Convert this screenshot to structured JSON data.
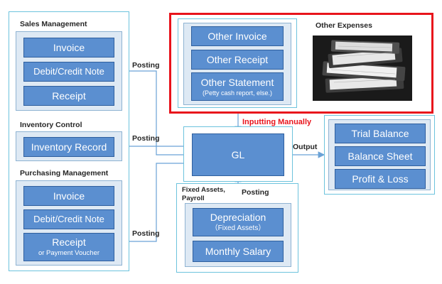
{
  "sales": {
    "title": "Sales Management",
    "items": [
      "Invoice",
      "Debit/Credit Note",
      "Receipt"
    ]
  },
  "inventory": {
    "title": "Inventory Control",
    "item": "Inventory Record"
  },
  "purchasing": {
    "title": "Purchasing Management",
    "items": [
      {
        "main": "Invoice",
        "sub": ""
      },
      {
        "main": "Debit/Credit Note",
        "sub": ""
      },
      {
        "main": "Receipt",
        "sub": "or Payment Voucher"
      }
    ]
  },
  "other_expenses": {
    "title": "Other Expenses",
    "items": [
      {
        "main": "Other Invoice",
        "sub": ""
      },
      {
        "main": "Other Receipt",
        "sub": ""
      },
      {
        "main": "Other Statement",
        "sub": "(Petty cash report, else.)"
      }
    ],
    "photo_icon": "stacked-binders-photo"
  },
  "gl": {
    "label": "GL"
  },
  "fixed_assets": {
    "title_line1": "Fixed Assets,",
    "title_line2": "Payroll",
    "items": [
      {
        "main": "Depreciation",
        "sub": "（Fixed Assets）"
      },
      {
        "main": "Monthly Salary",
        "sub": ""
      }
    ]
  },
  "reports": {
    "items": [
      "Trial Balance",
      "Balance Sheet",
      "Profit & Loss"
    ]
  },
  "connectors": {
    "posting_sales": "Posting",
    "posting_inventory": "Posting",
    "posting_purchasing": "Posting",
    "posting_fixed_assets": "Posting",
    "inputting_manually": "Inputting Manually",
    "output": "Output"
  },
  "colors": {
    "block_fill": "#5b8fd0",
    "block_border": "#2f5f9e",
    "panel_fill": "#dee9f4",
    "outer_border": "#6dc3dd",
    "highlight": "#e8141c",
    "arrow": "#6aa2d6"
  }
}
